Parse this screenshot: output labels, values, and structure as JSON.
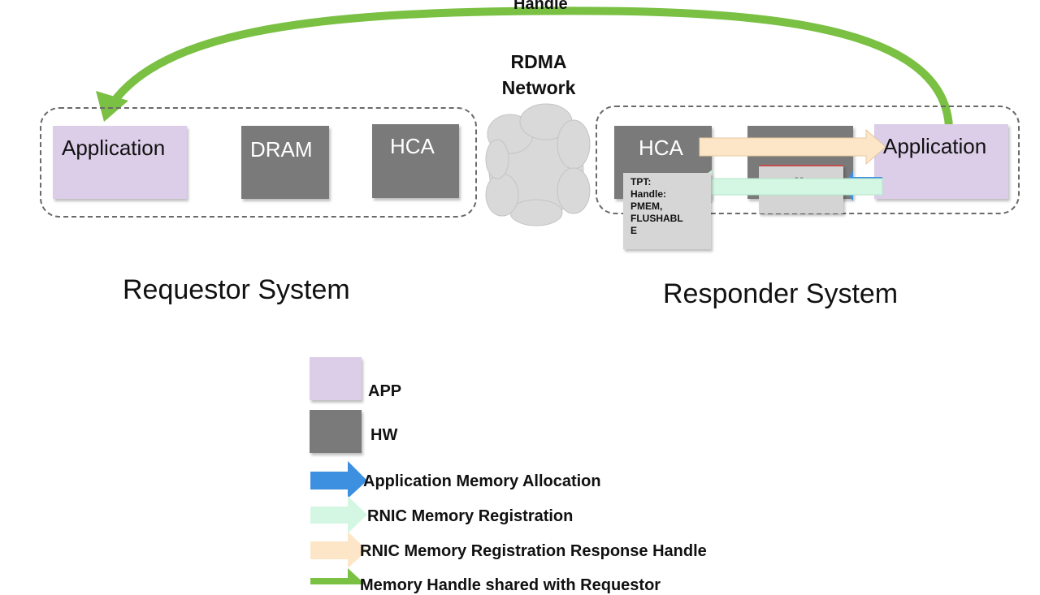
{
  "top_label": "Handle",
  "network_label_line1": "RDMA",
  "network_label_line2": "Network",
  "requestor": {
    "title": "Requestor System",
    "application": "Application",
    "dram": "DRAM",
    "hca": "HCA"
  },
  "responder": {
    "title": "Responder System",
    "hca": "HCA",
    "application": "Application",
    "buffer": "Buffer",
    "tpt_note": [
      "TPT:",
      "Handle:",
      "PMEM,",
      "FLUSHABL",
      "E"
    ]
  },
  "legend": {
    "app": "APP",
    "hw": "HW",
    "alloc": "Application Memory Allocation",
    "registration": "RNIC Memory Registration",
    "response_handle": "RNIC Memory Registration Response Handle",
    "handle_sent": "Memory Handle shared with Requestor"
  },
  "colors": {
    "app": "#dccde8",
    "hw": "#7a7a7a",
    "alloc_arrow": "#3d8fe0",
    "registration_arrow": "#d4f7e3",
    "response_arrow": "#fde6c8",
    "handle_arrow": "#7ac043"
  }
}
